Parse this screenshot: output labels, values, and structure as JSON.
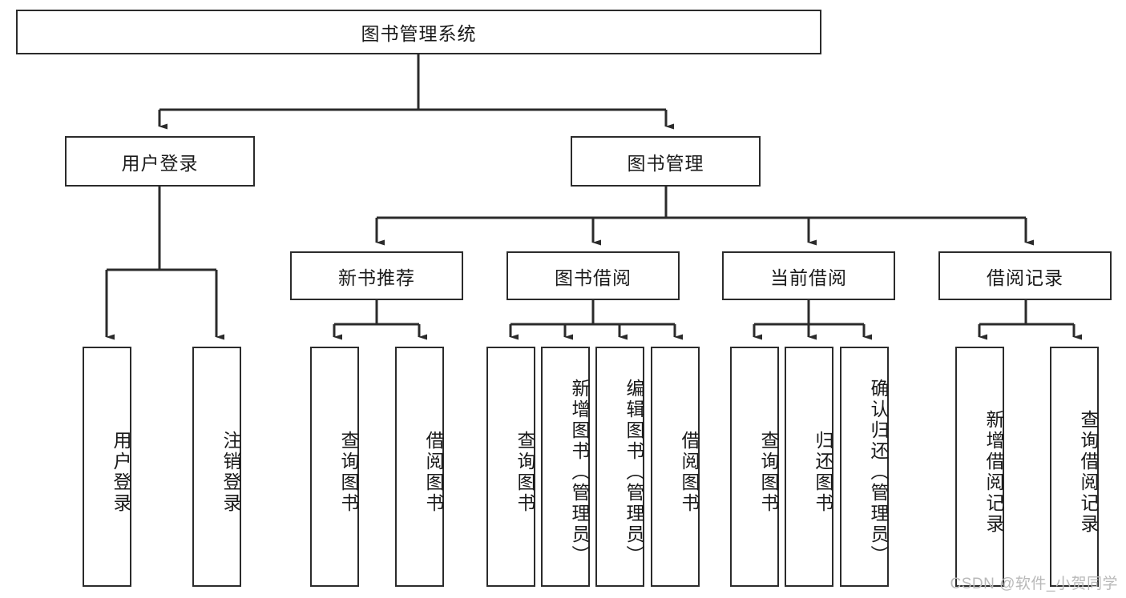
{
  "diagram": {
    "type": "hierarchy-tree",
    "title_node": "图书管理系统",
    "watermark": "CSDN @软件_小贺同学",
    "colors": {
      "stroke": "#2b2b2b",
      "fill": "#ffffff",
      "text": "#1a1a1a",
      "watermark": "#b9b9b9"
    },
    "levels": [
      {
        "level": 1,
        "nodes": [
          {
            "id": "root",
            "label": "图书管理系统",
            "orientation": "horizontal"
          }
        ]
      },
      {
        "level": 2,
        "nodes": [
          {
            "id": "login",
            "label": "用户登录",
            "orientation": "horizontal",
            "parent": "root"
          },
          {
            "id": "bookmgmt",
            "label": "图书管理",
            "orientation": "horizontal",
            "parent": "root"
          }
        ]
      },
      {
        "level": 3,
        "nodes": [
          {
            "id": "newbook",
            "label": "新书推荐",
            "orientation": "horizontal",
            "parent": "bookmgmt"
          },
          {
            "id": "borrow",
            "label": "图书借阅",
            "orientation": "horizontal",
            "parent": "bookmgmt"
          },
          {
            "id": "current",
            "label": "当前借阅",
            "orientation": "horizontal",
            "parent": "bookmgmt"
          },
          {
            "id": "records",
            "label": "借阅记录",
            "orientation": "horizontal",
            "parent": "bookmgmt"
          }
        ]
      },
      {
        "level": 4,
        "nodes": [
          {
            "id": "leaf-user-login",
            "label": "用户登录",
            "orientation": "vertical",
            "parent": "login"
          },
          {
            "id": "leaf-user-logout",
            "label": "注销登录",
            "orientation": "vertical",
            "parent": "login"
          },
          {
            "id": "leaf-new-query",
            "label": "查询图书",
            "orientation": "vertical",
            "parent": "newbook"
          },
          {
            "id": "leaf-new-borrow",
            "label": "借阅图书",
            "orientation": "vertical",
            "parent": "newbook"
          },
          {
            "id": "leaf-borrow-query",
            "label": "查询图书",
            "orientation": "vertical",
            "parent": "borrow"
          },
          {
            "id": "leaf-borrow-add",
            "label": "新增图书（管理员）",
            "orientation": "vertical",
            "parent": "borrow"
          },
          {
            "id": "leaf-borrow-edit",
            "label": "编辑图书（管理员）",
            "orientation": "vertical",
            "parent": "borrow"
          },
          {
            "id": "leaf-borrow-take",
            "label": "借阅图书",
            "orientation": "vertical",
            "parent": "borrow"
          },
          {
            "id": "leaf-current-query",
            "label": "查询图书",
            "orientation": "vertical",
            "parent": "current"
          },
          {
            "id": "leaf-current-return",
            "label": "归还图书",
            "orientation": "vertical",
            "parent": "current"
          },
          {
            "id": "leaf-current-confirm",
            "label": "确认归还（管理员）",
            "orientation": "vertical",
            "parent": "current"
          },
          {
            "id": "leaf-record-add",
            "label": "新增借阅记录",
            "orientation": "vertical",
            "parent": "records"
          },
          {
            "id": "leaf-record-query",
            "label": "查询借阅记录",
            "orientation": "vertical",
            "parent": "records"
          }
        ]
      }
    ]
  }
}
